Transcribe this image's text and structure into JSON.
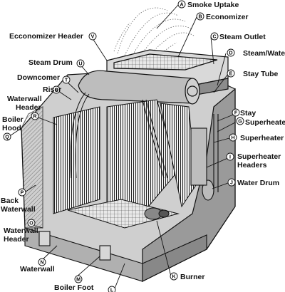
{
  "callouts": [
    {
      "letter": "A",
      "text": "Smoke Uptake"
    },
    {
      "letter": "B",
      "text": "Economizer"
    },
    {
      "letter": "C",
      "text": "Steam Outlet"
    },
    {
      "letter": "D",
      "text": "Steam/Wate"
    },
    {
      "letter": "E",
      "text": "Stay Tube"
    },
    {
      "letter": "F",
      "text": "Stay"
    },
    {
      "letter": "G",
      "text": "Superheate"
    },
    {
      "letter": "H",
      "text": "Superheater"
    },
    {
      "letter": "I",
      "text": "Superheater",
      "text2": "Headers"
    },
    {
      "letter": "J",
      "text": "Water Drum"
    },
    {
      "letter": "K",
      "text": "Burner"
    },
    {
      "letter": "L",
      "text": ""
    },
    {
      "letter": "M",
      "text": "Boiler Foot"
    },
    {
      "letter": "N",
      "text": "Waterwall"
    },
    {
      "letter": "O",
      "text": "Waterwall",
      "text2": "Header"
    },
    {
      "letter": "P",
      "text": "Back",
      "text2": "Waterwall"
    },
    {
      "letter": "Q",
      "text": "Boiler",
      "text2": "Hood"
    },
    {
      "letter": "R",
      "text": "Waterwall",
      "text2": "Header"
    },
    {
      "letter": "S",
      "text": "Riser"
    },
    {
      "letter": "T",
      "text": "Downcomer"
    },
    {
      "letter": "U",
      "text": "Steam Drum"
    },
    {
      "letter": "V",
      "text": "Ecconomizer Header"
    }
  ]
}
